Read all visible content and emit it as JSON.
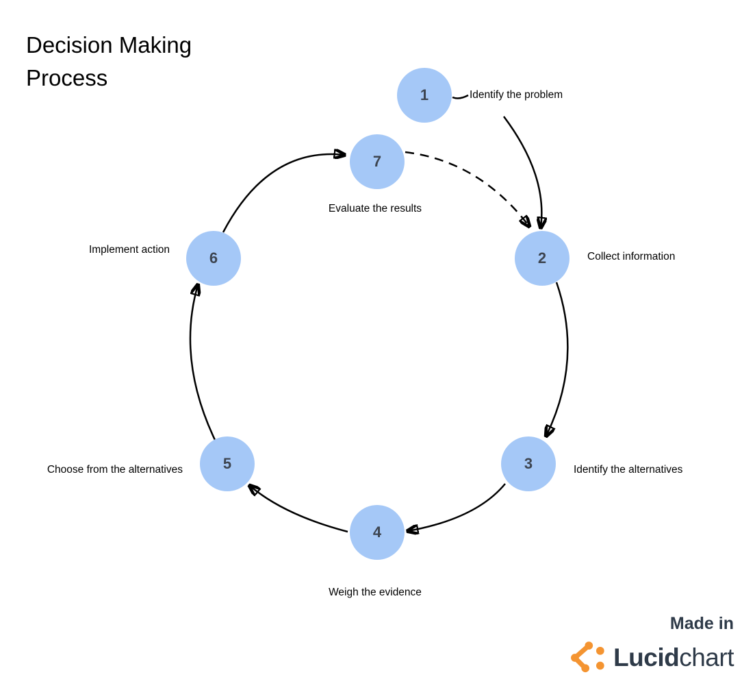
{
  "title": {
    "text": "Decision Making Process"
  },
  "diagram": {
    "nodes": [
      {
        "id": "1",
        "number": "1",
        "label": "Identify the problem"
      },
      {
        "id": "2",
        "number": "2",
        "label": "Collect information"
      },
      {
        "id": "3",
        "number": "3",
        "label": "Identify the alternatives"
      },
      {
        "id": "4",
        "number": "4",
        "label": "Weigh the evidence"
      },
      {
        "id": "5",
        "number": "5",
        "label": "Choose from the alternatives"
      },
      {
        "id": "6",
        "number": "6",
        "label": "Implement action"
      },
      {
        "id": "7",
        "number": "7",
        "label": "Evaluate the results"
      }
    ],
    "edges": [
      {
        "from": "1",
        "to": "2",
        "style": "solid-arrow"
      },
      {
        "from": "2",
        "to": "3",
        "style": "solid-arrow"
      },
      {
        "from": "3",
        "to": "4",
        "style": "solid-arrow"
      },
      {
        "from": "4",
        "to": "5",
        "style": "solid-arrow"
      },
      {
        "from": "5",
        "to": "6",
        "style": "solid-arrow"
      },
      {
        "from": "6",
        "to": "7",
        "style": "solid-arrow"
      },
      {
        "from": "7",
        "to": "2",
        "style": "dashed-arrow"
      },
      {
        "from": "1",
        "to": "label-1",
        "style": "plain-line"
      }
    ]
  },
  "branding": {
    "made_in": "Made in",
    "logo_bold": "Lucid",
    "logo_light": "chart",
    "logo_icon": "lucid-angle-dots-icon"
  },
  "colors": {
    "node_fill": "#a5c8f7",
    "node_number": "#3d4551",
    "arrow": "#000000",
    "label_color": "#000000",
    "logo_orange": "#f49431",
    "logo_dark": "#2e3a48",
    "bg": "#ffffff"
  }
}
